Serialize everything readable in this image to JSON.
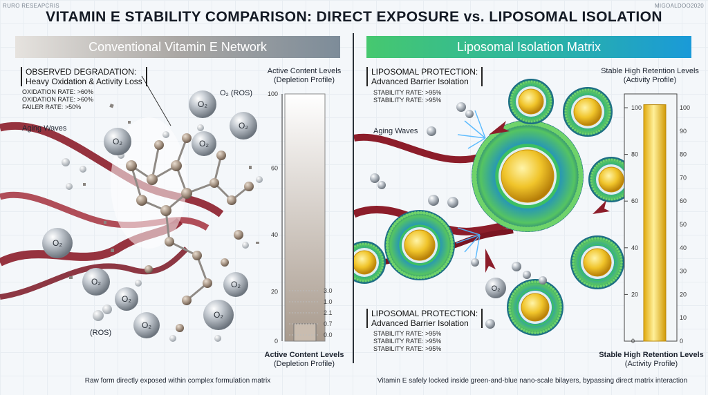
{
  "header": {
    "title": "VITAMIN E STABILITY COMPARISON: DIRECT EXPOSURE vs. LIPOSOMAL ISOLATION",
    "corner_left": "RURO RESEAPCRIS",
    "corner_right": "MIGOALDOO2020"
  },
  "left_panel": {
    "banner": "Conventional Vitamin E Network",
    "callout_title_1": "OBSERVED DEGRADATION:",
    "callout_title_2": "Heavy Oxidation & Activity Loss",
    "stats": [
      "OXIDATION RATE: >60%",
      "OXIDATION RATE: >60%",
      "FAILER RATE: >50%"
    ],
    "aging_label": "Aging Waves",
    "o2_label": "O₂ (ROS)",
    "ros_label": "(ROS)",
    "molecule_label": "O₂",
    "caption": "Raw form directly exposed within complex formulation matrix"
  },
  "left_chart": {
    "title_line1": "Active Content Levels",
    "title_line2": "(Depletion Profile)",
    "footer_line1": "Active Content Levels",
    "footer_line2": "(Depletion Profile)",
    "yticks": [
      "100",
      "60",
      "40",
      "20",
      "0"
    ],
    "fill_level": 0.07,
    "inner_ticks": [
      "3.0",
      "1.0",
      "2.1",
      "0.7",
      "0.0"
    ]
  },
  "right_panel": {
    "banner": "Liposomal Isolation Matrix",
    "callout1_title_1": "LIPOSOMAL PROTECTION:",
    "callout1_title_2": "Advanced Barrier Isolation",
    "stats1": [
      "STABILITY RATE: >95%",
      "STABILITY RATE: >95%"
    ],
    "callout2_title_1": "LIPOSOMAL PROTECTION:",
    "callout2_title_2": "Advanced Barrier Isolation",
    "stats2": [
      "STABILITY RATE: >95%",
      "STABILITY RATE: >95%",
      "STABILITY RATE: >95%"
    ],
    "aging_label": "Aging Waves",
    "molecule_label": "O₂",
    "caption": "Vitamin E safely locked inside green-and-blue nano-scale bilayers, bypassing direct matrix interaction"
  },
  "right_chart": {
    "title_line1": "Stable High Retention Levels",
    "title_line2": "(Activity Profile)",
    "footer_line1": "Stable High Retention Levels",
    "footer_line2": "(Activity Profile)",
    "yticks_left": [
      "100",
      "80",
      "60",
      "40",
      "20",
      "0"
    ],
    "yticks_right": [
      "100",
      "90",
      "80",
      "70",
      "60",
      "50",
      "40",
      "30",
      "20",
      "10",
      "0"
    ],
    "fill_level": 0.97
  },
  "colors": {
    "wave": "#8c1d2a",
    "liposome_outer": "#1f7f96",
    "liposome_green": "#53c25a",
    "gold_core": "#e6b320",
    "sphere": "#9aa2ab"
  }
}
